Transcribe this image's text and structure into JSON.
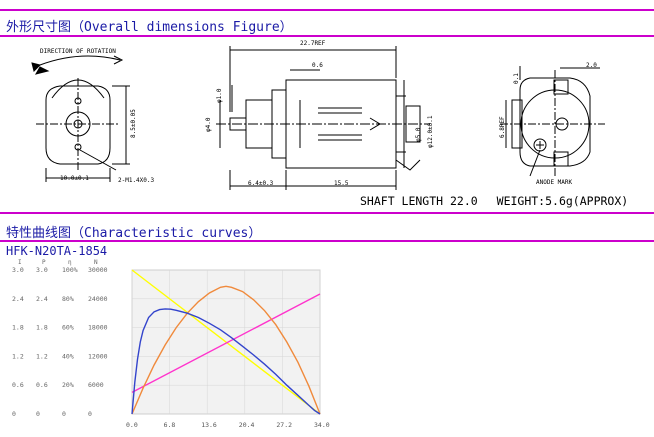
{
  "section1": {
    "title": "外形尺寸图（Overall dimensions Figure）"
  },
  "section2": {
    "title": "特性曲线图（Characteristic curves）",
    "model": "HFK-N20TA-1854"
  },
  "drawing": {
    "rotation_label": "DIRECTION OF ROTATION",
    "dim_width": "10.0±0.1",
    "dim_height": "8.5±0.05",
    "dim_screw": "2-M1.4X0.3",
    "dim_total": "22.7REF",
    "dim_06": "0.6",
    "dim_shaft_d": "φ1.0",
    "dim_boss_d": "φ4.0",
    "dim_body_d": "φ5.0",
    "dim_body_d2": "φ12.0±0.1",
    "dim_64": "6.4±0.3",
    "dim_155": "15.5",
    "dim_01": "0.1",
    "dim_20": "2.0",
    "dim_68ref": "6.8REF",
    "anode_label": "ANODE MARK",
    "shaft_length": "SHAFT LENGTH 22.0",
    "weight": "WEIGHT:5.6g(APPROX)"
  },
  "chart_data": {
    "type": "line",
    "x": [
      0.0,
      6.8,
      13.6,
      20.4,
      27.2,
      34.0
    ],
    "x_ticks": [
      "0.0",
      "6.8",
      "13.6",
      "20.4",
      "27.2",
      "34.0"
    ],
    "y_header": [
      "I",
      "P",
      "η",
      "N"
    ],
    "y_ticks": [
      [
        "3.0",
        "3.0",
        "100%",
        "30000"
      ],
      [
        "2.4",
        "2.4",
        "80%",
        "24000"
      ],
      [
        "1.8",
        "1.8",
        "60%",
        "18000"
      ],
      [
        "1.2",
        "1.2",
        "40%",
        "12000"
      ],
      [
        "0.6",
        "0.6",
        "20%",
        "6000"
      ],
      [
        "0",
        "0",
        "0",
        "0"
      ]
    ],
    "series": [
      {
        "color": "#ffff00",
        "scale_max": 30000,
        "x": [
          0,
          34
        ],
        "values": [
          30000,
          0
        ]
      },
      {
        "color": "#ff33cc",
        "scale_max": 3.0,
        "x": [
          0,
          34
        ],
        "values": [
          0.45,
          2.5
        ]
      },
      {
        "color": "#f08a3c",
        "scale_max": 3.0,
        "x": [
          0,
          2,
          4,
          6,
          8,
          10,
          12,
          14,
          16,
          17,
          18,
          20,
          22,
          24,
          26,
          28,
          30,
          32,
          34
        ],
        "values": [
          0,
          0.54,
          1.02,
          1.44,
          1.8,
          2.1,
          2.34,
          2.52,
          2.64,
          2.66,
          2.64,
          2.55,
          2.38,
          2.15,
          1.86,
          1.5,
          1.08,
          0.58,
          0
        ]
      },
      {
        "color": "#3344cc",
        "scale_max": 1.0,
        "x": [
          0,
          0.5,
          1,
          1.5,
          2,
          3,
          4,
          5,
          6,
          7,
          8,
          10,
          12,
          14,
          16,
          18,
          20,
          22,
          24,
          26,
          28,
          30,
          32,
          33,
          34
        ],
        "values": [
          0,
          0.22,
          0.38,
          0.5,
          0.58,
          0.67,
          0.71,
          0.725,
          0.73,
          0.728,
          0.72,
          0.7,
          0.67,
          0.63,
          0.585,
          0.53,
          0.47,
          0.41,
          0.345,
          0.275,
          0.2,
          0.13,
          0.06,
          0.025,
          0
        ]
      }
    ]
  }
}
